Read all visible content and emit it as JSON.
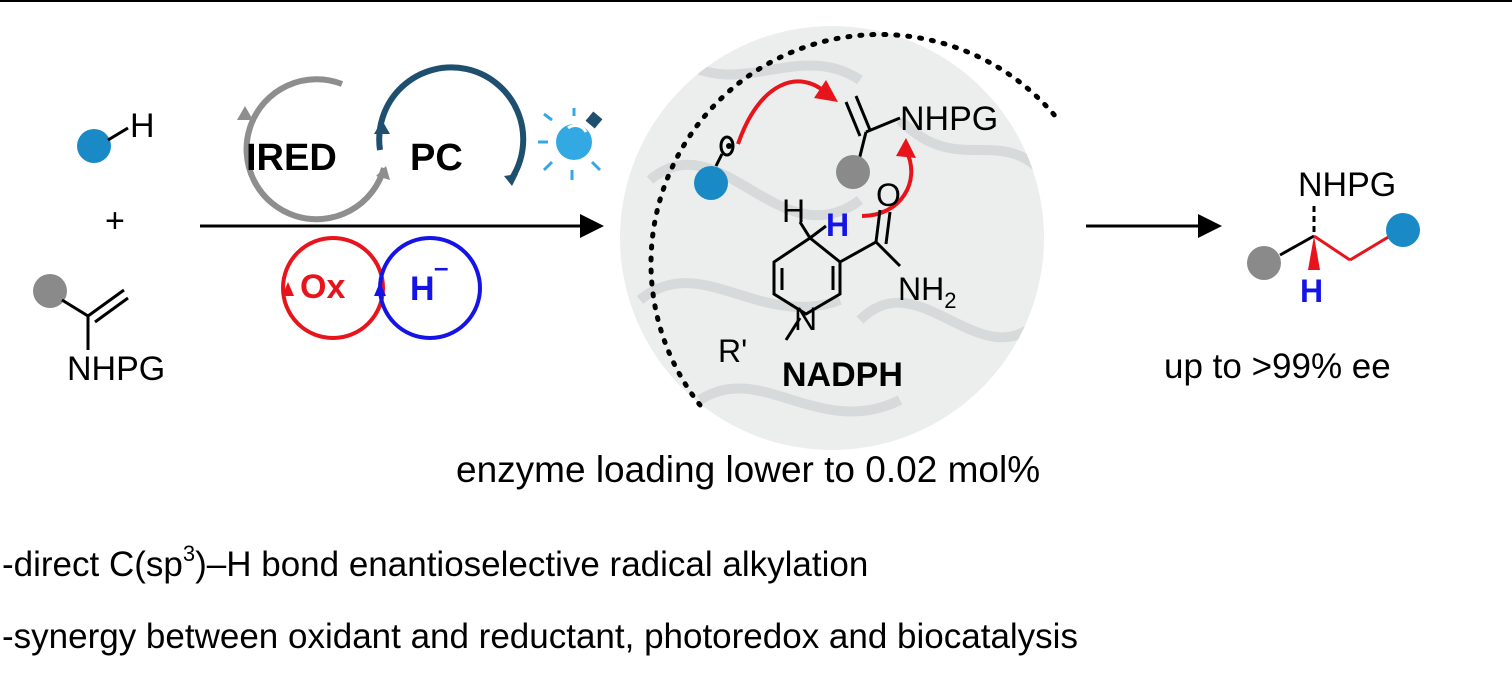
{
  "reactants": {
    "hydrogen_label": "H",
    "plus_sign": "+",
    "enamide_label": "NHPG"
  },
  "cycles": {
    "ired_label": "IRED",
    "pc_label": "PC",
    "ox_label": "Ox",
    "hydride_label": "H",
    "hydride_charge": "–"
  },
  "active_site": {
    "substrate_label": "NHPG",
    "cofactor_h_black": "H",
    "cofactor_h_blue": "H",
    "carbonyl_o": "O",
    "amide_nh": "NH",
    "amide_subscript": "2",
    "ring_n": "N",
    "r_prime": "R'",
    "cofactor_name": "NADPH"
  },
  "product": {
    "amide_label": "NHPG",
    "stereo_h": "H",
    "ee_caption": "up to >99% ee"
  },
  "loading_caption": "enzyme loading lower to 0.02 mol%",
  "bullets": {
    "first_pre": "-direct C(sp",
    "first_sup": "3",
    "first_post": ")–H bond enantioselective radical alkylation",
    "second": "-synergy between oxidant and reductant, photoredox and biocatalysis"
  },
  "colors": {
    "blue_ball": "#1a8ac6",
    "gray_ball": "#8a8a8a",
    "ired_cycle": "#8e8e8e",
    "pc_cycle": "#1f4f6e",
    "ox_red": "#e8141b",
    "hydride_blue": "#1414e6",
    "bulb_blue": "#33a9e3"
  }
}
